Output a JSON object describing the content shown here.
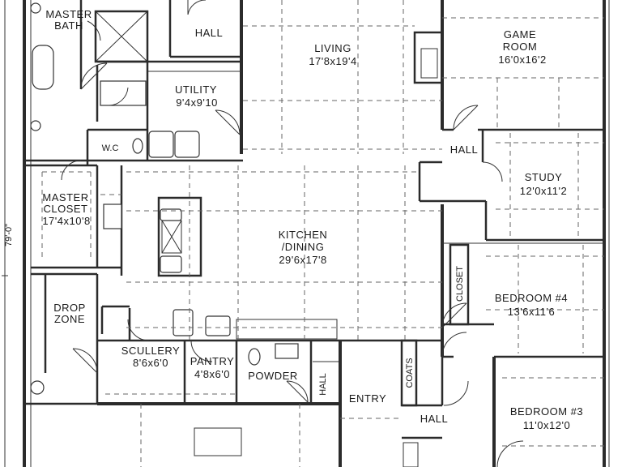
{
  "rooms": {
    "master_bath": [
      "MASTER",
      "BATH"
    ],
    "hall_top": "HALL",
    "living": {
      "name": "LIVING",
      "dims": "17'8x19'4"
    },
    "game_room": {
      "name": [
        "GAME",
        "ROOM"
      ],
      "dims": "16'0x16'2"
    },
    "utility": {
      "name": "UTILITY",
      "dims": "9'4x9'10"
    },
    "wc": "W.C",
    "hall_mid": "HALL",
    "study": {
      "name": "STUDY",
      "dims": "12'0x11'2"
    },
    "master_closet": {
      "name": [
        "MASTER",
        "CLOSET"
      ],
      "dims": "17'4x10'8"
    },
    "kitchen": {
      "name": [
        "KITCHEN",
        "/DINING"
      ],
      "dims": "29'6x17'8"
    },
    "closet": "CLOSET",
    "bedroom4": {
      "name": "BEDROOM #4",
      "dims": "13'6x11'6"
    },
    "drop_zone": [
      "DROP",
      "ZONE"
    ],
    "scullery": {
      "name": "SCULLERY",
      "dims": "8'6x6'0"
    },
    "pantry": {
      "name": "PANTRY",
      "dims": "4'8x6'0"
    },
    "powder": "POWDER",
    "hall_powder": "HALL",
    "coats": "COATS",
    "entry": "ENTRY",
    "hall_bottom": "HALL",
    "bedroom3": {
      "name": "BEDROOM #3",
      "dims": "11'0x12'0"
    }
  },
  "dimension": "79'-0\""
}
